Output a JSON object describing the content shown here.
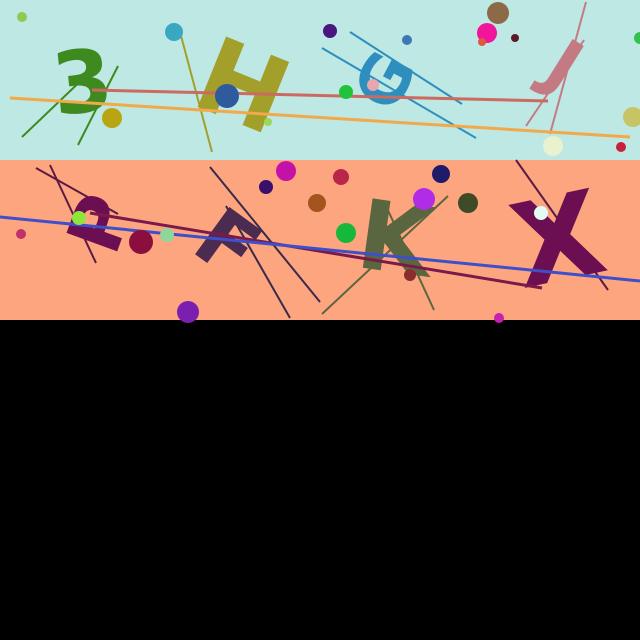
{
  "captcha": {
    "rows": [
      {
        "background": "#bde8e3",
        "characters": [
          {
            "text": "3",
            "color": "#3f8a1f"
          },
          {
            "text": "H",
            "color": "#a39f2b"
          },
          {
            "text": "G",
            "color": "#2e8fbf"
          },
          {
            "text": "J",
            "color": "#c47a82"
          }
        ]
      },
      {
        "background": "#fca57f",
        "characters": [
          {
            "text": "P",
            "color": "#6b0f52"
          },
          {
            "text": "F",
            "color": "#4b2b50"
          },
          {
            "text": "K",
            "color": "#5a6640"
          },
          {
            "text": "X",
            "color": "#6b0f52"
          }
        ]
      }
    ],
    "empty_area_color": "#000000"
  }
}
